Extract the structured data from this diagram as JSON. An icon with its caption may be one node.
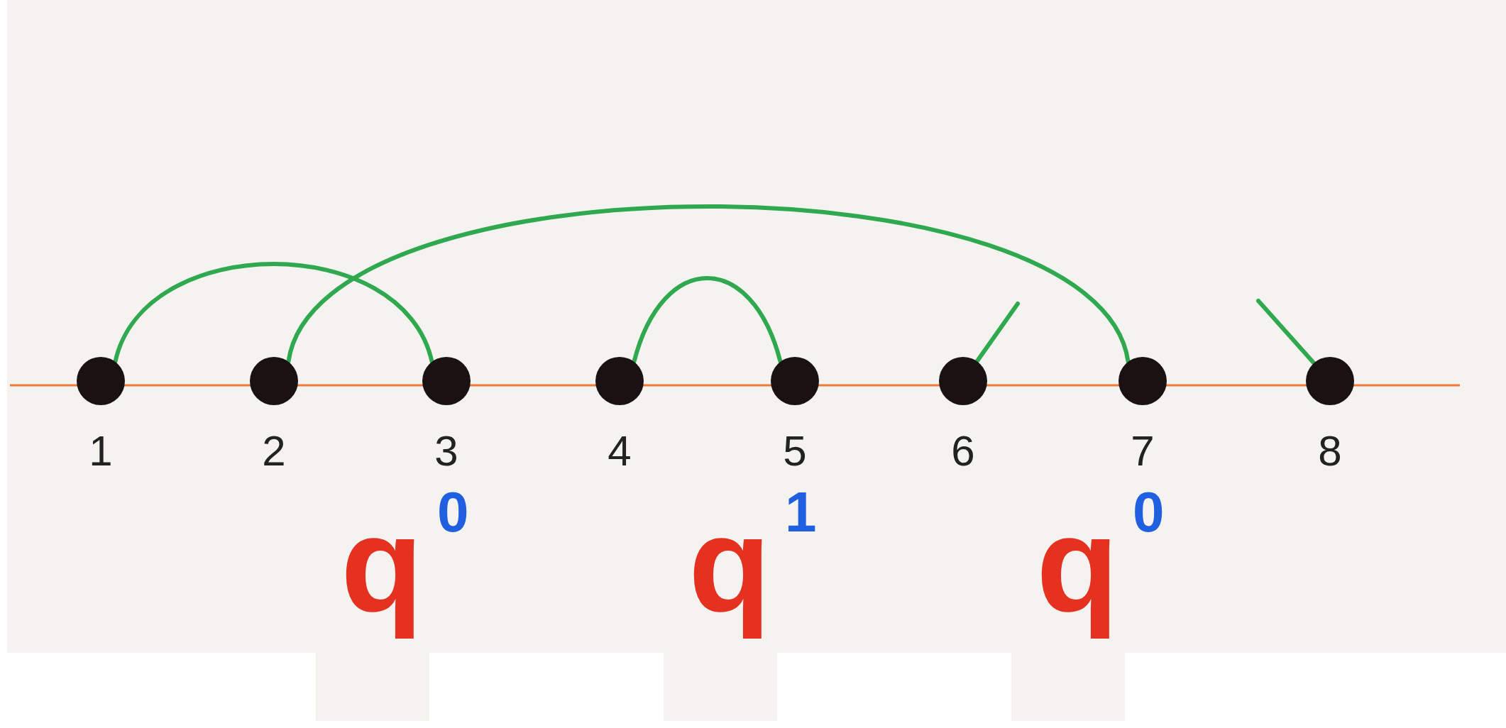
{
  "diagram": {
    "nodes": [
      {
        "text": [],
        "shape": "circle",
        "beside": [
          "1"
        ]
      },
      {
        "text": [],
        "shape": "circle",
        "beside": [
          "2"
        ]
      },
      {
        "text": [],
        "shape": "circle",
        "beside": [
          "3"
        ]
      },
      {
        "text": [],
        "shape": "circle",
        "beside": [
          "4"
        ]
      },
      {
        "text": [],
        "shape": "circle",
        "beside": [
          "5"
        ]
      },
      {
        "text": [],
        "shape": "circle",
        "beside": [
          "6"
        ]
      },
      {
        "text": [],
        "shape": "circle",
        "beside": [
          "7"
        ]
      },
      {
        "text": [],
        "shape": "circle",
        "beside": [
          "8"
        ]
      }
    ],
    "edges": [
      {
        "from": 0,
        "to": 2,
        "arrow": "none"
      },
      {
        "from": 1,
        "to": 6,
        "arrow": "none"
      },
      {
        "from": 3,
        "to": 4,
        "arrow": "none"
      },
      {
        "from": 5,
        "to": null,
        "arrow": "none"
      },
      {
        "from": 7,
        "to": null,
        "arrow": "none"
      }
    ],
    "labels": [
      "q$^{0}$",
      "q$^{1}$",
      "q$^{0}$"
    ]
  }
}
